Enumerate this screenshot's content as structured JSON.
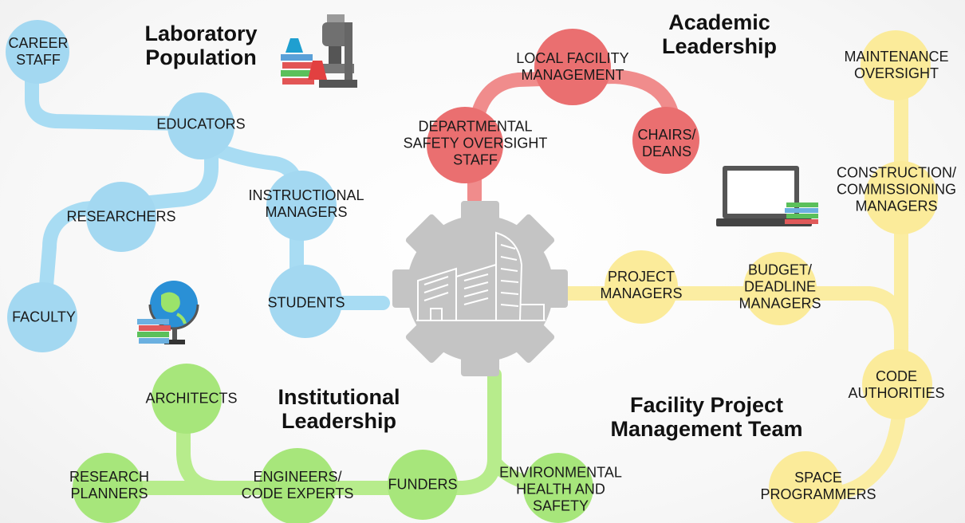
{
  "titles": {
    "laboratory": "Laboratory\nPopulation",
    "academic": "Academic\nLeadership",
    "institutional": "Institutional\nLeadership",
    "facility": "Facility Project\nManagement Team"
  },
  "nodes": {
    "career_staff": "CAREER\nSTAFF",
    "educators": "EDUCATORS",
    "researchers": "RESEARCHERS",
    "instructional_managers": "INSTRUCTIONAL\nMANAGERS",
    "faculty": "FACULTY",
    "students": "STUDENTS",
    "local_facility": "LOCAL FACILITY\nMANAGEMENT",
    "departmental": "DEPARTMENTAL\nSAFETY OVERSIGHT\nSTAFF",
    "chairs_deans": "CHAIRS/\nDEANS",
    "maintenance": "MAINTENANCE\nOVERSIGHT",
    "construction": "CONSTRUCTION/\nCOMMISSIONING\nMANAGERS",
    "project_managers": "PROJECT\nMANAGERS",
    "budget": "BUDGET/\nDEADLINE\nMANAGERS",
    "code_authorities": "CODE\nAUTHORITIES",
    "space_programmers": "SPACE\nPROGRAMMERS",
    "architects": "ARCHITECTS",
    "research_planners": "RESEARCH\nPLANNERS",
    "engineers": "ENGINEERS/\nCODE EXPERTS",
    "funders": "FUNDERS",
    "ehs": "ENVIRONMENTAL\nHEALTH AND\nSAFETY"
  },
  "colors": {
    "blue": "#a8dcf3",
    "blue_node": "#a3d8f1",
    "red": "#f08c8c",
    "red_node": "#ea6f70",
    "yellow": "#fbeda2",
    "yellow_node": "#fbeb9a",
    "green": "#b7ec8c",
    "green_node": "#a7e67b",
    "gear": "#c4c4c4"
  },
  "icons": [
    "microscope-books-icon",
    "globe-books-icon",
    "laptop-books-icon",
    "building-gear-icon"
  ]
}
